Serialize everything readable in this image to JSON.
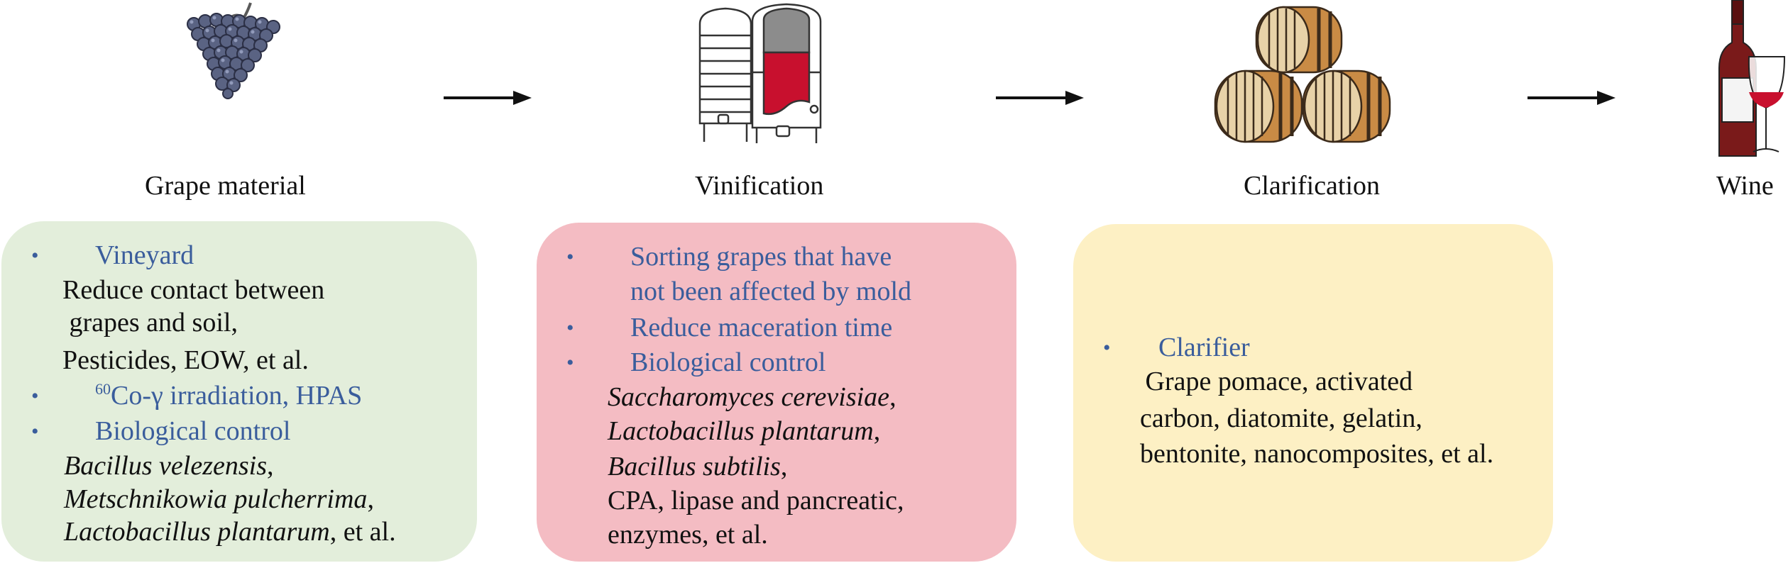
{
  "stages": [
    {
      "label": "Grape material",
      "icon": "grape-cluster-icon"
    },
    {
      "label": "Vinification",
      "icon": "fermentation-tanks-icon"
    },
    {
      "label": "Clarification",
      "icon": "wine-barrels-icon"
    },
    {
      "label": "Wine",
      "icon": "wine-bottle-glass-icon"
    }
  ],
  "colors": {
    "grape_box": "#e3eedb",
    "vinification_box": "#f4bcc3",
    "clarification_box": "#fdf0c4",
    "heading_blue": "#3a5d9c",
    "arrow": "#111111"
  },
  "boxes": {
    "grape": {
      "vineyard_heading": "Vineyard",
      "vineyard_lines": [
        "Reduce contact between",
        " grapes and soil,",
        "Pesticides, EOW, et al."
      ],
      "irradiation_sup": "60",
      "irradiation_text": "Co-γ irradiation, HPAS",
      "bio_heading": "Biological control",
      "bio_lines": [
        {
          "italic": "Bacillus velezensis",
          "rest": ","
        },
        {
          "italic": "Metschnikowia pulcherrima",
          "rest": ","
        },
        {
          "italic": "Lactobacillus plantarum",
          "rest": ", et al."
        }
      ]
    },
    "vinification": {
      "sorting_lines": [
        "Sorting grapes that have",
        "not been affected by mold"
      ],
      "maceration": "Reduce maceration time",
      "bio_heading": "Biological control",
      "bio_lines": [
        {
          "italic": "Saccharomyces cerevisiae",
          "rest": ","
        },
        {
          "italic": "Lactobacillus plantarum",
          "rest": ","
        },
        {
          "italic": "Bacillus subtilis",
          "rest": ","
        }
      ],
      "extra_lines": [
        "CPA, lipase and pancreatic,",
        "enzymes, et al."
      ]
    },
    "clarification": {
      "heading": "Clarifier",
      "lines": [
        " Grape pomace, activated",
        "carbon, diatomite, gelatin,",
        "bentonite, nanocomposites, et al."
      ]
    }
  }
}
